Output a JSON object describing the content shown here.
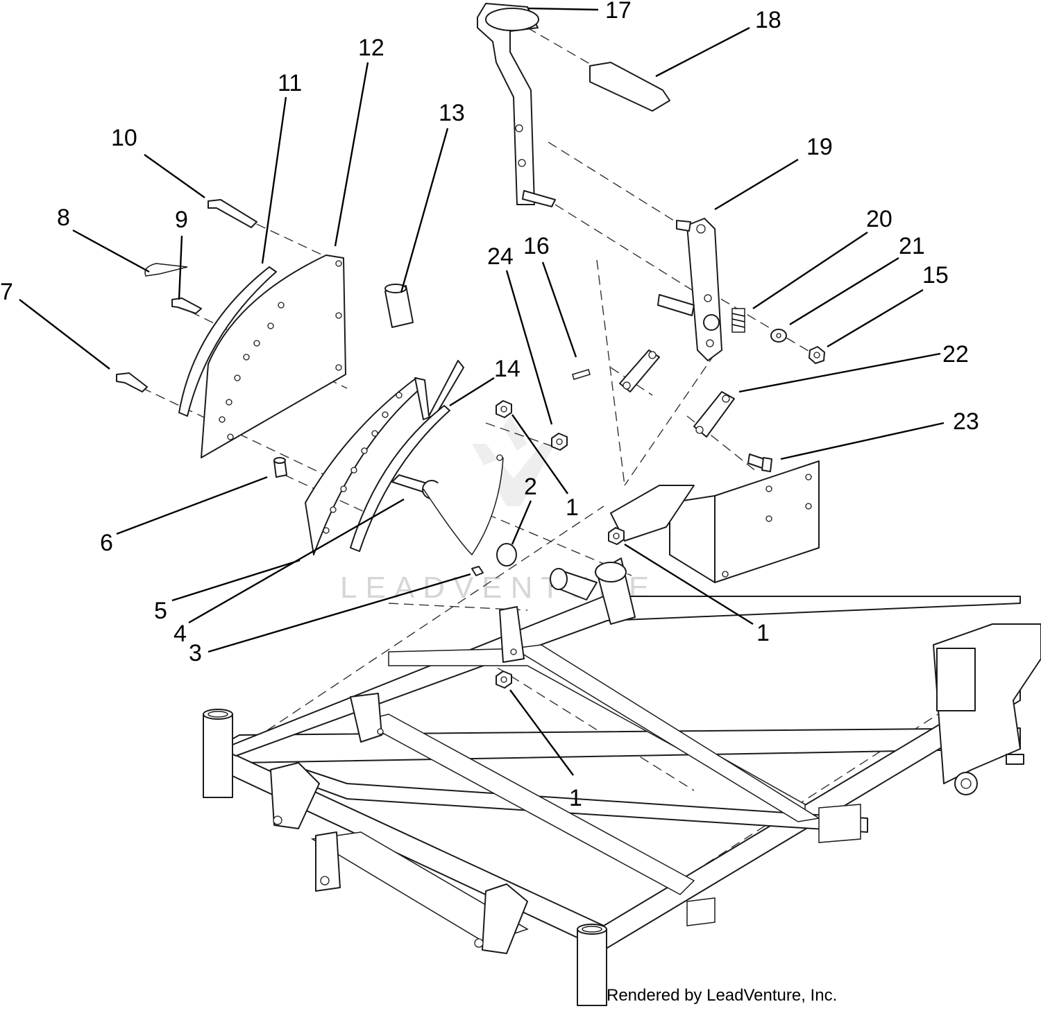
{
  "callouts": [
    {
      "label": "17"
    },
    {
      "label": "18"
    },
    {
      "label": "12"
    },
    {
      "label": "11"
    },
    {
      "label": "13"
    },
    {
      "label": "10"
    },
    {
      "label": "19"
    },
    {
      "label": "8"
    },
    {
      "label": "9"
    },
    {
      "label": "20"
    },
    {
      "label": "24"
    },
    {
      "label": "16"
    },
    {
      "label": "21"
    },
    {
      "label": "15"
    },
    {
      "label": "7"
    },
    {
      "label": "14"
    },
    {
      "label": "22"
    },
    {
      "label": "23"
    },
    {
      "label": "2"
    },
    {
      "label": "1"
    },
    {
      "label": "6"
    },
    {
      "label": "5"
    },
    {
      "label": "1"
    },
    {
      "label": "4"
    },
    {
      "label": "3"
    },
    {
      "label": "1"
    }
  ],
  "watermark": "LEADVENTURE",
  "credit": "Rendered by LeadVenture, Inc."
}
